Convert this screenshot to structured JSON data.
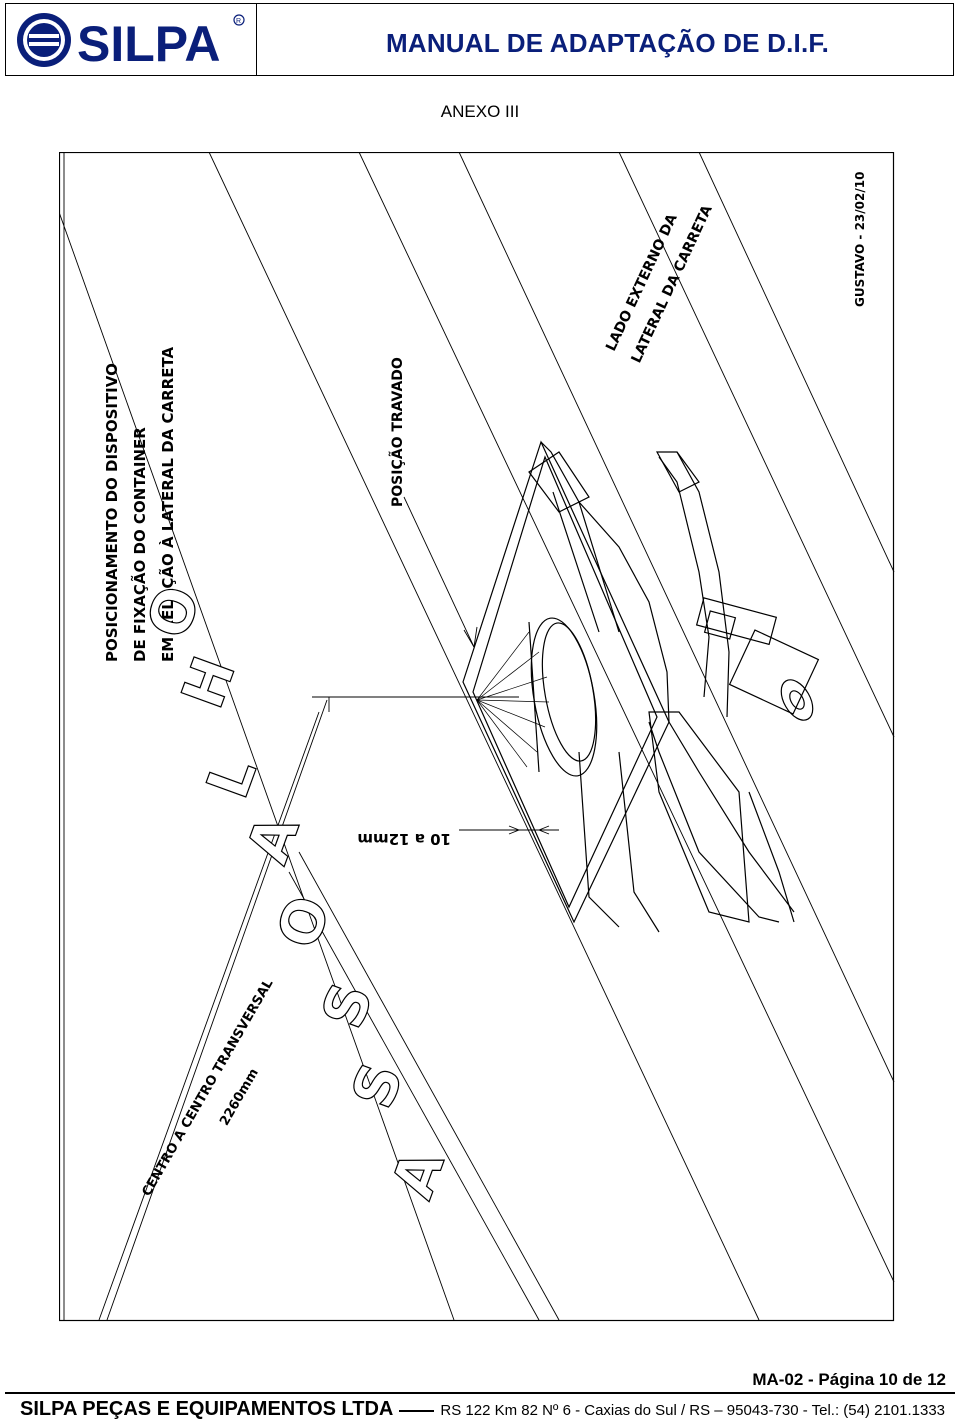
{
  "header": {
    "logo_text": "SILPA",
    "title": "MANUAL DE ADAPTAÇÃO DE D.I.F."
  },
  "annex_title": "ANEXO III",
  "drawing": {
    "title_lines": [
      "POSICIONAMENTO DO DISPOSITIVO",
      "DE FIXAÇÃO DO CONTAINER",
      "EM RELAÇÃO À LATERAL DA CARRETA"
    ],
    "label_locked": "POSIÇÃO TRAVADO",
    "label_side_lines": [
      "LADO EXTERNO DA",
      "LATERAL DA CARRETA"
    ],
    "author_date": "GUSTAVO - 23/02/10",
    "dimension_offset": "10 a 12mm",
    "center_lines": [
      "CENTRO A CENTRO TRANSVERSAL",
      "2260mm"
    ],
    "floor_letters": [
      "A",
      "S",
      "S",
      "O",
      "A",
      "L",
      "H",
      "O"
    ]
  },
  "page_ref": "MA-02 -  Página 10 de 12",
  "footer": {
    "company": "SILPA PEÇAS E EQUIPAMENTOS LTDA",
    "address": "RS 122 Km 82 Nº 6 - Caxias do Sul / RS  –  95043-730 - Tel.: (54) 2101.1333"
  }
}
